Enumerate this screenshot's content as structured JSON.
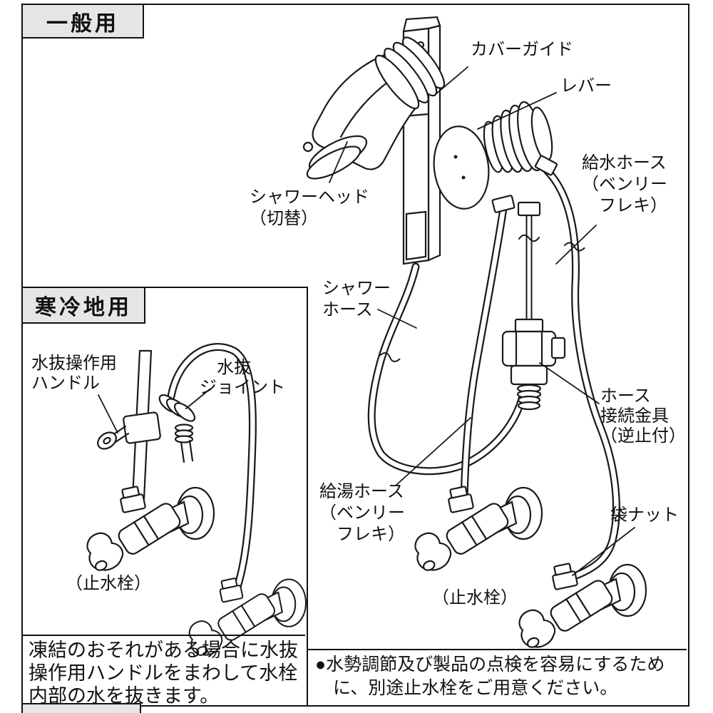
{
  "colors": {
    "background": "#ffffff",
    "line_art": "#1a1a1a",
    "label_box_bg": "#e6e6e6",
    "border": "#111111"
  },
  "sections": {
    "general": {
      "title": "一般用",
      "labels": {
        "cover_guide": "カバーガイド",
        "lever": "レバー",
        "supply_hose": "給水ホース\n（ベンリー\n　フレキ）",
        "shower_head": "シャワーヘッド\n（切替）",
        "shower_hose": "シャワー\nホース",
        "hot_water_hose": "給湯ホース\n（ベンリー\n　フレキ）",
        "hose_fitting": "ホース\n接続金具\n（逆止付）",
        "cap_nut": "袋ナット",
        "stop_valve": "（止水栓）"
      },
      "note": "●水勢調節及び製品の点検を容易にするため\n　に、別途止水栓をご用意ください。"
    },
    "cold_region": {
      "title": "寒冷地用",
      "labels": {
        "drain_handle": "水抜操作用\nハンドル",
        "drain_joint": "　水抜\nジョイント",
        "stop_valve": "（止水栓）"
      },
      "note": "凍結のおそれがある場合に水抜\n操作用ハンドルをまわして水栓\n内部の水を抜きます。"
    }
  }
}
